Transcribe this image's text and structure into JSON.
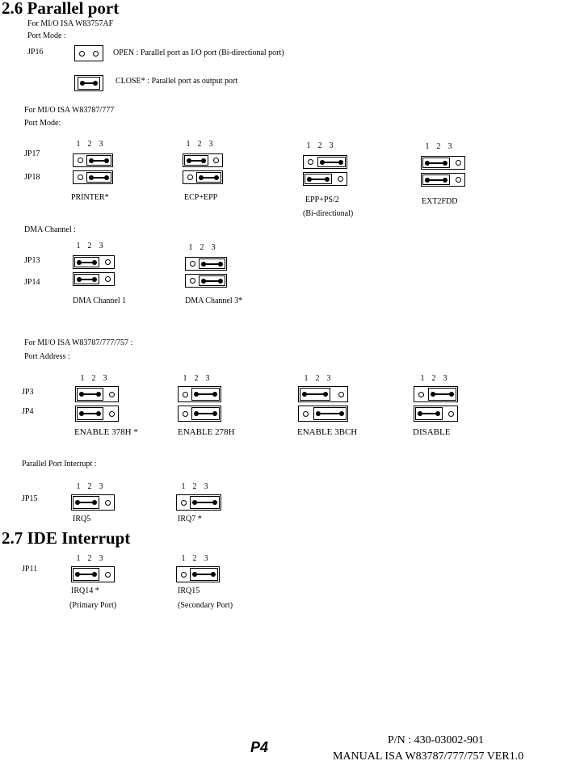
{
  "sections": {
    "parallel_port": {
      "title": "2.6  Parallel port",
      "w83757_header": "For MI/O ISA W83757AF",
      "w83757_port_mode": "Port Mode :",
      "jp16_label": "JP16",
      "open_desc": "OPEN : Parallel port as I/O port (Bi-directional port)",
      "close_desc": "CLOSE* : Parallel port as output port",
      "w83787_header": "For MI/O ISA W83787/777",
      "w83787_port_mode": "Port Mode:",
      "jp17_label": "JP17",
      "jp18_label": "JP18",
      "pin_numbers": [
        "1",
        "2",
        "3"
      ],
      "mode_options": [
        "PRINTER*",
        "ECP+EPP",
        "EPP+PS/2",
        "EXT2FDD"
      ],
      "mode_note": "(Bi-directional)",
      "dma_header": "DMA Channel :",
      "jp13_label": "JP13",
      "jp14_label": "JP14",
      "dma_options": [
        "DMA Channel 1",
        "DMA Channel 3*"
      ],
      "addr_header": "For MI/O ISA W83787/777/757 :",
      "addr_sub": "Port Address :",
      "jp3_label": "JP3",
      "jp4_label": "JP4",
      "addr_options": [
        "ENABLE 378H *",
        "ENABLE 278H",
        "ENABLE 3BCH",
        "DISABLE"
      ],
      "irq_header": "Parallel Port Interrupt :",
      "jp15_label": "JP15",
      "irq_options": [
        "IRQ5",
        "IRQ7 *"
      ]
    },
    "ide_interrupt": {
      "title": "2.7  IDE Interrupt",
      "jp11_label": "JP11",
      "options": [
        "IRQ14 *",
        "IRQ15"
      ],
      "notes": [
        "(Primary Port)",
        "(Secondary Port)"
      ]
    }
  },
  "footer": {
    "page": "P4",
    "part_number": "P/N : 430-03002-901",
    "manual": "MANUAL ISA W83787/777/757 VER1.0"
  }
}
